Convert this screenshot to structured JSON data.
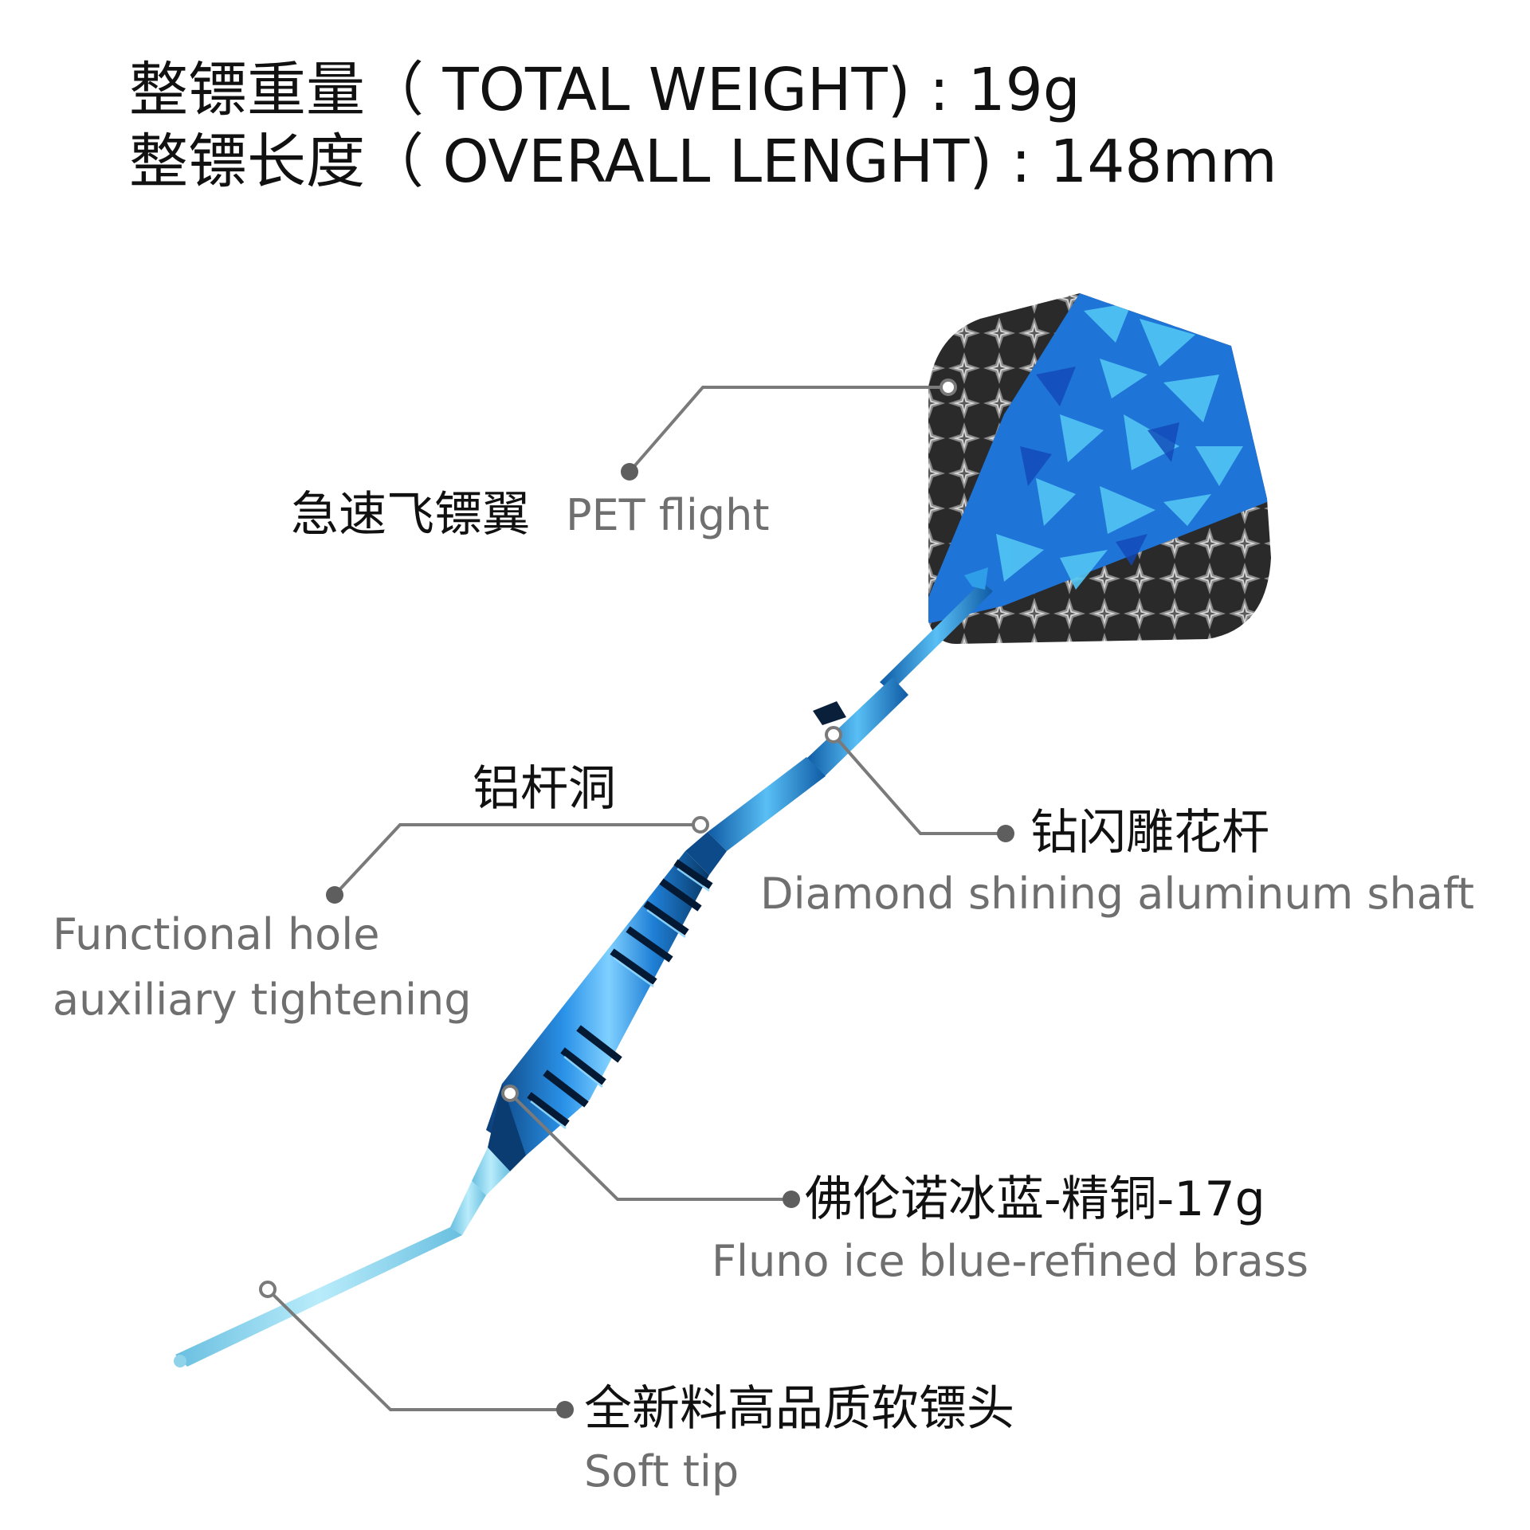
{
  "header": {
    "total_weight": "整镖重量（ TOTAL WEIGHT) : 19g",
    "overall_length": "整镖长度（ OVERALL LENGHT) : 148mm"
  },
  "callouts": {
    "flight": {
      "cn": "急速飞镖翼",
      "en": "PET flight"
    },
    "shaft_hole": {
      "cn": "铝杆洞"
    },
    "shaft": {
      "cn": "钻闪雕花杆",
      "en": "Diamond shining aluminum shaft"
    },
    "hole": {
      "en_line1": "Functional hole",
      "en_line2": "auxiliary tightening"
    },
    "barrel": {
      "cn": "佛伦诺冰蓝-精铜-17g",
      "en": "Fluno ice blue-refined brass"
    },
    "tip": {
      "cn": "全新料高品质软镖头",
      "en": "Soft tip"
    }
  },
  "colors": {
    "barrel_blue": "#1f7fd6",
    "barrel_dark": "#062a52",
    "tip_blue": "#8fd3ea",
    "flight_blue": "#1f74d8",
    "flight_light_blue": "#4fc2f2",
    "flight_gray": "#3a3a3a",
    "leader_line": "#7a7a7a"
  }
}
